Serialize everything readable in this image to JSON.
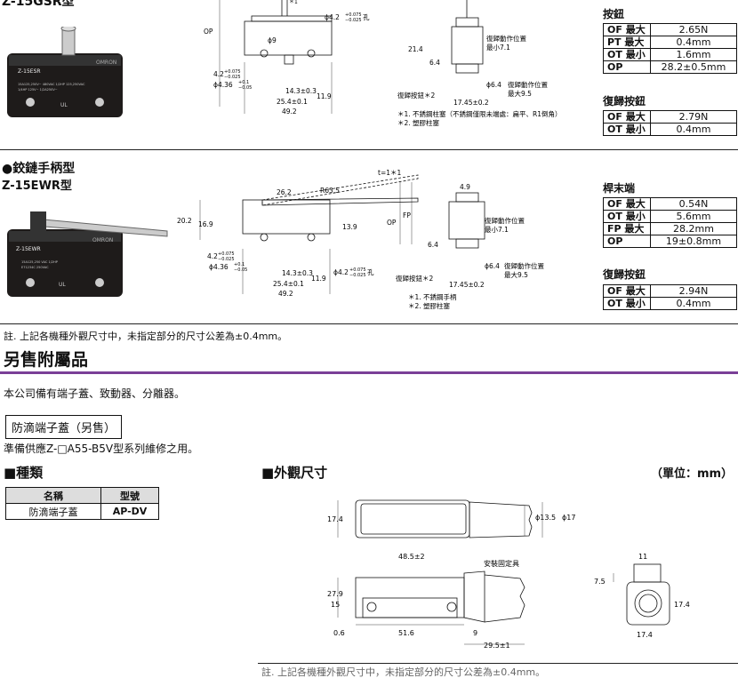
{
  "top": {
    "partial_title": "Z-15GSR型",
    "photo_label": "Z-15ESR",
    "photo_brand": "OMRON",
    "photo_spec_line1": "15A125,250V~ 480VAC 1/2HP 125,250VAC",
    "photo_spec_line2": "1/4HP 125V~ 1/2A250V~",
    "photo_tag": "UL"
  },
  "diagram1": {
    "op": "OP",
    "hole": "ϕ4.2",
    "hole_tol_top": "+0.075",
    "hole_tol_bot": "−0.025",
    "hole_suffix": "孔",
    "star1": "＊1",
    "d9": "ϕ9",
    "d42b": "4.2",
    "d42b_top": "+0.075",
    "d42b_bot": "−0.025",
    "d436": "ϕ4.36",
    "d436_top": "+0.1",
    "d436_bot": "−0.05",
    "d143": "14.3±0.3",
    "d119": "11.9",
    "d254": "25.4±0.1",
    "d492": "49.2",
    "d214": "21.4",
    "d64": "6.4",
    "d64d": "ϕ6.4",
    "d1745": "17.45±0.2",
    "rp_pos": "復歸動作位置",
    "rp_min": "最小7.1",
    "rp_pos2": "復歸動作位置",
    "rp_max": "最大9.5",
    "reset_btn": "復歸按鈕＊2",
    "note1": "＊1. 不銹鋼柱塞（不銹鋼僅限未端處：扁平、R1倒角）",
    "note2": "＊2. 塑膠柱塞"
  },
  "table1": {
    "title": "按鈕",
    "rows": [
      {
        "k1": "OF",
        "k2": "最大",
        "v": "2.65N"
      },
      {
        "k1": "PT",
        "k2": "最大",
        "v": "0.4mm"
      },
      {
        "k1": "OT",
        "k2": "最小",
        "v": "1.6mm"
      }
    ],
    "op_row": {
      "k1": "OP",
      "v": "28.2±0.5mm"
    }
  },
  "table2": {
    "title": "復歸按鈕",
    "rows": [
      {
        "k1": "OF",
        "k2": "最大",
        "v": "2.79N"
      },
      {
        "k1": "OT",
        "k2": "最小",
        "v": "0.4mm"
      }
    ]
  },
  "section2": {
    "heading": "●鉸鏈手柄型",
    "model": "Z-15EWR型",
    "photo_label": "Z-15EWR",
    "photo_brand": "OMRON",
    "photo_spec_line1": "15A125,250 VAC 1/2HP",
    "photo_spec_line2": "E71234C 250VAC",
    "photo_tag": "UL"
  },
  "diagram2": {
    "t1": "t=1＊1",
    "d262": "26.2",
    "r635": "R63.5",
    "d202": "20.2",
    "d169": "16.9",
    "d139": "13.9",
    "op": "OP",
    "fp": "FP",
    "d42": "4.2",
    "d42_top": "+0.075",
    "d42_bot": "−0.025",
    "d436": "ϕ4.36",
    "d436_top": "+0.1",
    "d436_bot": "−0.05",
    "d143": "14.3±0.3",
    "d119": "11.9",
    "d254": "25.4±0.1",
    "d492": "49.2",
    "hole": "ϕ4.2",
    "hole_top": "+0.075",
    "hole_bot": "−0.025",
    "hole_suffix": "孔",
    "d49": "4.9",
    "d64": "6.4",
    "d64d": "ϕ6.4",
    "d1745": "17.45±0.2",
    "rp_pos": "復歸動作位置",
    "rp_min": "最小7.1",
    "rp_pos2": "復歸動作位置",
    "rp_max": "最大9.5",
    "reset_btn": "復歸按鈕＊2",
    "note1": "＊1. 不銹鋼手柄",
    "note2": "＊2. 塑膠柱塞"
  },
  "table3": {
    "title": "桿末端",
    "rows": [
      {
        "k1": "OF",
        "k2": "最大",
        "v": "0.54N"
      },
      {
        "k1": "OT",
        "k2": "最小",
        "v": "5.6mm"
      }
    ],
    "fp_row": {
      "k1": "FP",
      "k2": "最大",
      "v": "28.2mm"
    },
    "op_row": {
      "k1": "OP",
      "v": "19±0.8mm"
    }
  },
  "table4": {
    "title": "復歸按鈕",
    "rows": [
      {
        "k1": "OF",
        "k2": "最大",
        "v": "2.94N"
      },
      {
        "k1": "OT",
        "k2": "最小",
        "v": "0.4mm"
      }
    ]
  },
  "footnote1": "註. 上記各機種外觀尺寸中，未指定部分的尺寸公差為±0.4mm。",
  "accessories": {
    "heading": "另售附屬品",
    "intro": "本公司備有端子蓋、致動器、分離器。",
    "box_title": "防滴端子蓋（另售）",
    "box_desc": "準備供應Z-□A55-B5V型系列維修之用。",
    "types_heading": "■種類",
    "type_table": {
      "headers": [
        "名稱",
        "型號"
      ],
      "rows": [
        [
          "防滴端子蓋",
          "AP-DV"
        ]
      ]
    },
    "dims_heading": "■外觀尺寸",
    "unit": "（單位：mm）"
  },
  "diagram3": {
    "d174": "17.4",
    "d135": "ϕ13.5",
    "d17": "ϕ17",
    "d485": "48.5±2",
    "mount": "安裝固定具",
    "d279": "27.9",
    "d15": "15",
    "d06": "0.6",
    "d516": "51.6",
    "d9": "9",
    "d295": "29.5±1",
    "d11": "11",
    "d75": "7.5",
    "d174r": "17.4",
    "d174b": "17.4"
  },
  "footnote2": "註. 上記各機種外觀尺寸中，未指定部分的尺寸公差為±0.4mm。"
}
